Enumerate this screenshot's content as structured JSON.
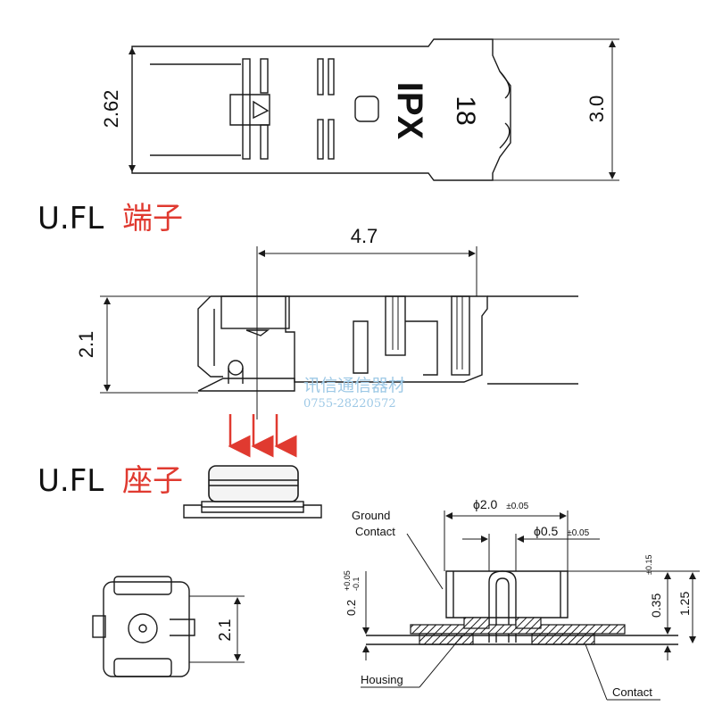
{
  "top_view": {
    "brand_text": "IPX",
    "code_text": "18",
    "dim_height_left": "2.62",
    "dim_height_right": "3.0"
  },
  "plug_label": {
    "latin": "U.FL",
    "cjk": "端子"
  },
  "side_view": {
    "dim_length": "4.7",
    "dim_height": "2.1"
  },
  "watermark": {
    "line1": "讯信通信器材",
    "line2": "0755-28220572"
  },
  "receptacle_label": {
    "latin": "U.FL",
    "cjk": "座子"
  },
  "footprint_view": {
    "dim_height": "2.1"
  },
  "section_view": {
    "dia_outer": "ϕ2.0",
    "dia_outer_tol": "±0.05",
    "dia_inner": "ϕ0.5",
    "dia_inner_tol": "±0.05",
    "dim_base": "0.2",
    "dim_base_tol_plus": "+0.05",
    "dim_base_tol_minus": "-0.1",
    "dim_pin": "0.35",
    "dim_pin_tol": "±0.15",
    "dim_total": "1.25",
    "label_ground_line1": "Ground",
    "label_ground_line2": "Contact",
    "label_housing": "Housing",
    "label_contact": "Contact"
  },
  "colors": {
    "accent_red": "#e03a30",
    "line": "#1a1a1a",
    "watermark": "#9ec9e6"
  }
}
